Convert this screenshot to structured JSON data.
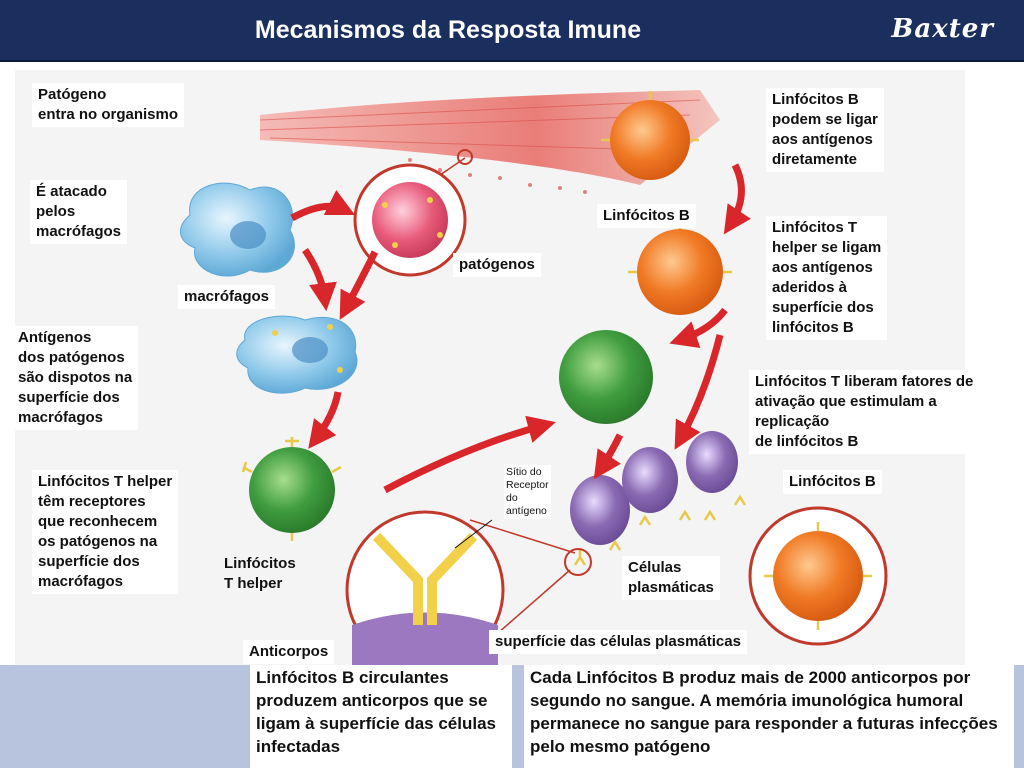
{
  "header": {
    "title": "Mecanismos da Resposta Imune",
    "logo": "Baxter"
  },
  "colors": {
    "header_bg": "#1a2f5e",
    "band_bg": "#b8c4de",
    "arrow": "#d9262b",
    "bcell": "#f07a25",
    "tcell": "#3f9d3f",
    "macrophage": "#8fc9ea",
    "pathogen": "#e85a7a",
    "plasma": "#8a6bb3",
    "antibody": "#f2d04a"
  },
  "labels": {
    "pathogen_entry": "Patógeno\nentra no organismo",
    "attacked": "É atacado\npelos\nmacrófagos",
    "macrophages": "macrófagos",
    "pathogens": "patógenos",
    "antigens": "Antígenos\ndos patógenos\nsão dispotos na\nsuperfície dos\n macrófagos",
    "t_helper_receptors": "Linfócitos T helper\ntêm receptores\nque reconhecem\nos patógenos na\nsuperfície dos\n macrófagos",
    "t_helper": "Linfócitos\nT  helper",
    "b_bind": "Linfócitos B\npodem  se ligar\naos antígenos\ndiretamente",
    "b_cells_1": "Linfócitos B",
    "t_bind": "Linfócitos T\nhelper se ligam\naos antígenos\naderidos à\nsuperfície dos\nlinfócitos B",
    "t_release": "Linfócitos T liberam fatores de\nativação que estimulam a\n replicação\nde linfócitos B",
    "b_cells_2": "Linfócitos B",
    "receptor_site": "Sítio do\nReceptor\ndo\nantígeno",
    "plasma_cells": "Células\nplasmáticas",
    "plasma_surface": "superfície das células plasmáticas",
    "antibodies": "Anticorpos"
  },
  "bottom": {
    "left_text": "Linfócitos B circulantes produzem anticorpos que se ligam à superfície das células infectadas",
    "right_text": "Cada Linfócitos B produz mais de 2000 anticorpos por segundo no sangue.  A memória imunológica humoral permanece no sangue para responder a futuras infecções pelo mesmo patógeno"
  }
}
